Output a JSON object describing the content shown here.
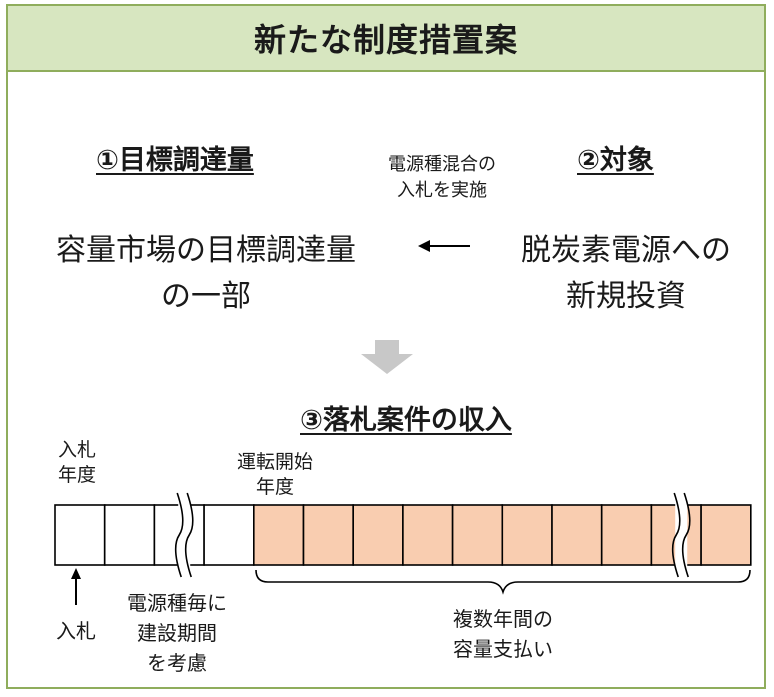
{
  "title": "新たな制度措置案",
  "section1": {
    "heading": "①目標調達量",
    "body_line1": "容量市場の目標調達量",
    "body_line2": "の一部"
  },
  "section2": {
    "heading": "②対象",
    "body_line1": "脱炭素電源への",
    "body_line2": "新規投資"
  },
  "arrow_note": {
    "line1": "電源種混合の",
    "line2": "入札を実施"
  },
  "section3": {
    "heading": "③落札案件の収入",
    "bid_year_line1": "入札",
    "bid_year_line2": "年度",
    "start_year_line1": "運転開始",
    "start_year_line2": "年度",
    "bid_label": "入札",
    "construction_line1": "電源種毎に",
    "construction_line2": "建設期間",
    "construction_line3": "を考慮",
    "payment_line1": "複数年間の",
    "payment_line2": "容量支払い"
  },
  "colors": {
    "header_fill": "#d7e6c0",
    "border": "#8fad5c",
    "payment_cell_fill": "#f9cdb0",
    "down_arrow": "#c8c8c8"
  },
  "timeline": {
    "pre_operation_cells": 4,
    "payment_cells": 10,
    "break_after_pre_cell": 3,
    "break_after_payment_cell": 9
  }
}
